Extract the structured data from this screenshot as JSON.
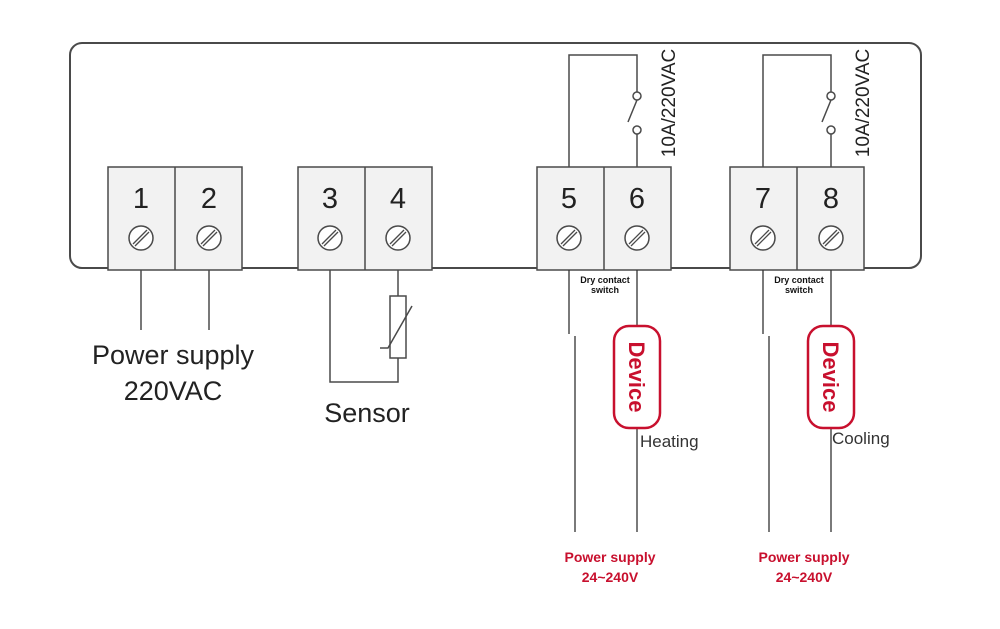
{
  "terminals": [
    "1",
    "2",
    "3",
    "4",
    "5",
    "6",
    "7",
    "8"
  ],
  "labels": {
    "power_supply_line1": "Power supply",
    "power_supply_line2": "220VAC",
    "sensor": "Sensor"
  },
  "relays": [
    {
      "rating": "10A/220VAC",
      "switch_line1": "Dry contact",
      "switch_line2": "switch",
      "device": "Device",
      "load": "Heating",
      "supply_line1": "Power supply",
      "supply_line2": "24~240V"
    },
    {
      "rating": "10A/220VAC",
      "switch_line1": "Dry contact",
      "switch_line2": "switch",
      "device": "Device",
      "load": "Cooling",
      "supply_line1": "Power supply",
      "supply_line2": "24~240V"
    }
  ],
  "colors": {
    "outline": "#4a4a4a",
    "block_fill": "#f2f2f2",
    "accent_red": "#c8102e"
  }
}
